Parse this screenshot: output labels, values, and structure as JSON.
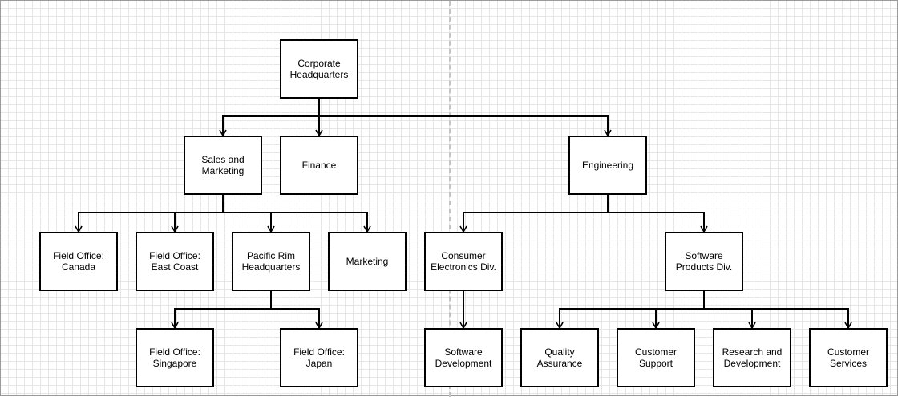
{
  "nodes": {
    "corporate_hq": "Corporate\nHeadquarters",
    "sales_marketing": "Sales and\nMarketing",
    "finance": "Finance",
    "engineering": "Engineering",
    "field_canada": "Field Office:\nCanada",
    "field_east_coast": "Field Office:\nEast Coast",
    "pacific_rim": "Pacific Rim\nHeadquarters",
    "marketing": "Marketing",
    "consumer_electronics": "Consumer\nElectronics Div.",
    "software_products": "Software\nProducts Div.",
    "field_singapore": "Field Office:\nSingapore",
    "field_japan": "Field Office:\nJapan",
    "software_development": "Software\nDevelopment",
    "quality_assurance": "Quality\nAssurance",
    "customer_support": "Customer\nSupport",
    "research_development": "Research and\nDevelopment",
    "customer_services": "Customer\nServices"
  },
  "edges": [
    [
      "corporate_hq",
      "sales_marketing"
    ],
    [
      "corporate_hq",
      "finance"
    ],
    [
      "corporate_hq",
      "engineering"
    ],
    [
      "sales_marketing",
      "field_canada"
    ],
    [
      "sales_marketing",
      "field_east_coast"
    ],
    [
      "sales_marketing",
      "pacific_rim"
    ],
    [
      "sales_marketing",
      "marketing"
    ],
    [
      "pacific_rim",
      "field_singapore"
    ],
    [
      "pacific_rim",
      "field_japan"
    ],
    [
      "engineering",
      "consumer_electronics"
    ],
    [
      "engineering",
      "software_products"
    ],
    [
      "consumer_electronics",
      "software_development"
    ],
    [
      "software_products",
      "quality_assurance"
    ],
    [
      "software_products",
      "customer_support"
    ],
    [
      "software_products",
      "research_development"
    ],
    [
      "software_products",
      "customer_services"
    ]
  ]
}
